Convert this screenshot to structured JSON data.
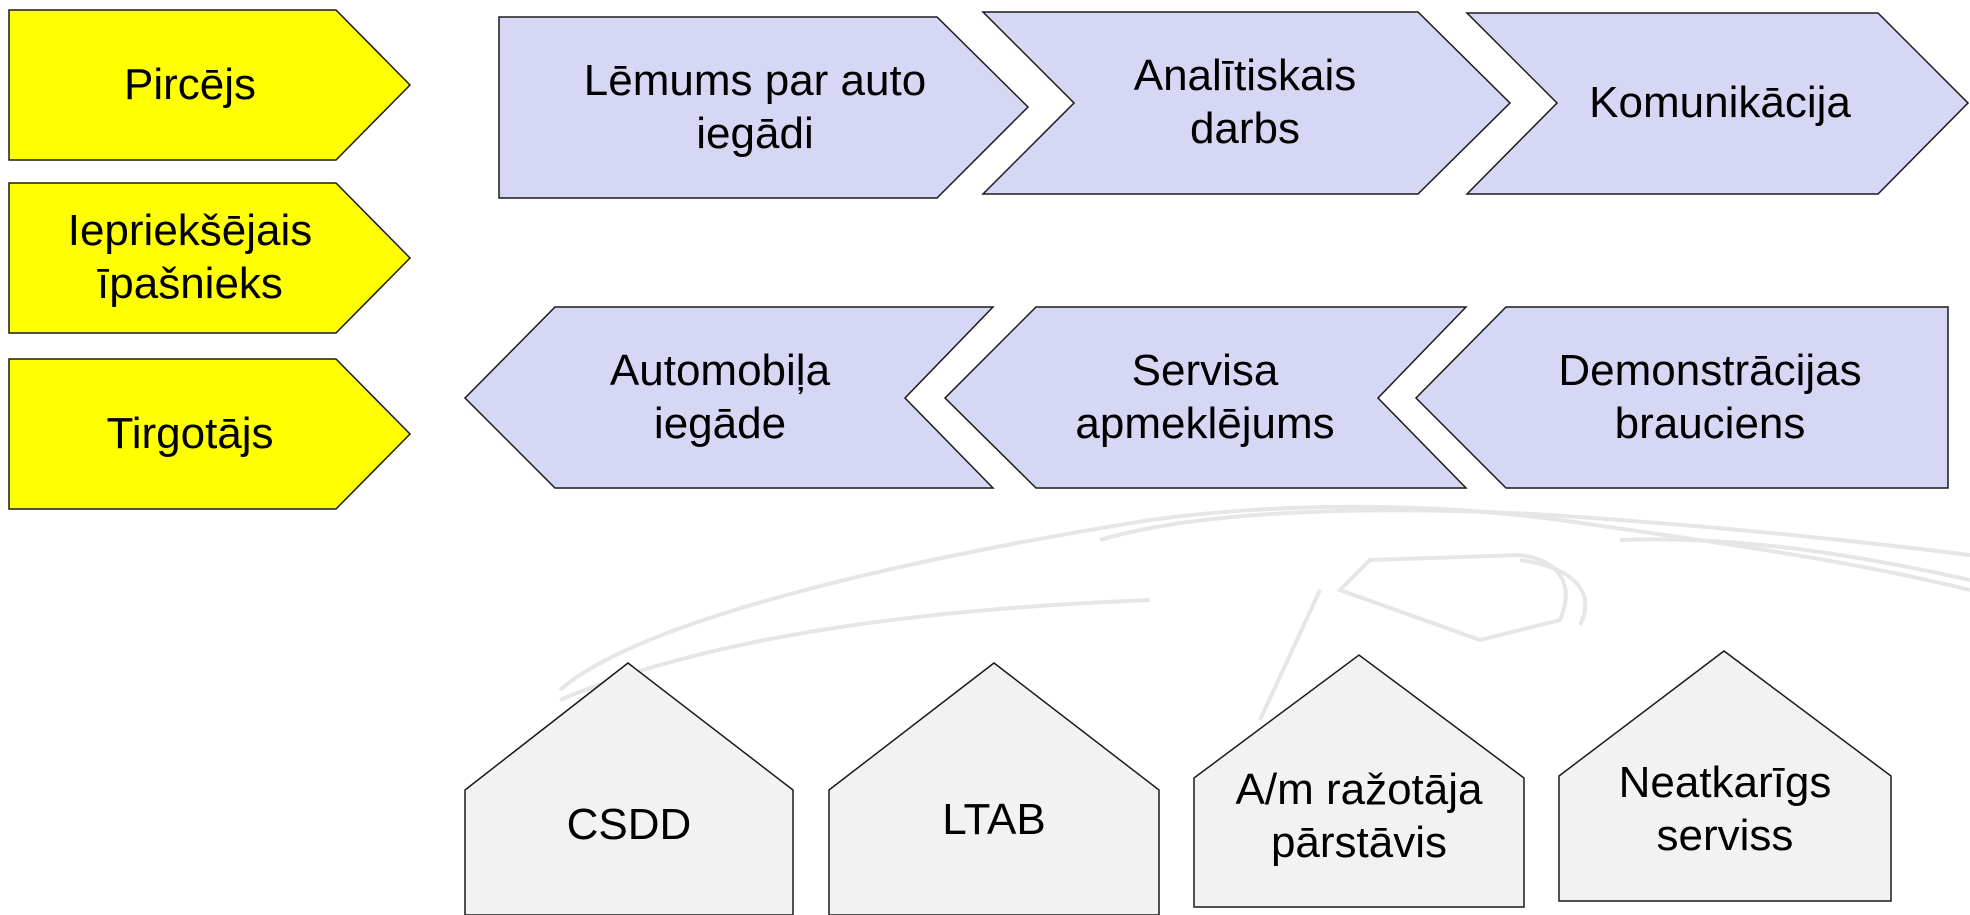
{
  "colors": {
    "actor_fill": "#ffff00",
    "step_fill": "#d6d6f5",
    "org_fill": "#f2f2f2",
    "outline": "#1a1a1a",
    "watermark": "#e6e6e6"
  },
  "actors": [
    {
      "label": "Pircējs"
    },
    {
      "label": "Iepriekšējais\nīpašnieks"
    },
    {
      "label": "Tirgotājs"
    }
  ],
  "top_steps": [
    {
      "label": "Lēmums par auto\niegādi"
    },
    {
      "label": "Analītiskais\ndarbs"
    },
    {
      "label": "Komunikācija"
    }
  ],
  "bottom_steps": [
    {
      "label": "Automobiļa\niegāde"
    },
    {
      "label": "Servisa\napmeklējums"
    },
    {
      "label": "Demonstrācijas\nbrauciens"
    }
  ],
  "organizations": [
    {
      "label": "CSDD"
    },
    {
      "label": "LTAB"
    },
    {
      "label": "A/m ražotāja\npārstāvis"
    },
    {
      "label": "Neatkarīgs\nserviss"
    }
  ]
}
